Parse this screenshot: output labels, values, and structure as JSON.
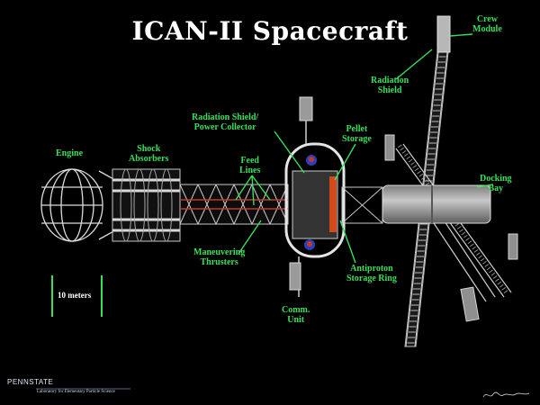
{
  "title": "ICAN-II Spacecraft",
  "labels": {
    "crew_module": "Crew\nModule",
    "radiation_shield": "Radiation\nShield",
    "radiation_shield_power": "Radiation Shield/\nPower Collector",
    "pellet_storage": "Pellet\nStorage",
    "engine": "Engine",
    "shock_absorbers": "Shock\nAbsorbers",
    "feed_lines": "Feed\nLines",
    "docking_bay": "Docking\nBay",
    "maneuvering_thrusters": "Maneuvering\nThrusters",
    "antiproton_ring": "Antiproton\nStorage Ring",
    "comm_unit": "Comm.\nUnit"
  },
  "scale_bar": {
    "label": "10 meters"
  },
  "logo": {
    "brand": "PENNSTATE",
    "subtitle": "Laboratory for Elementary Particle Science"
  },
  "colors": {
    "label_green": "#37e05a",
    "background": "#000000",
    "structure": "#cfcfcf"
  }
}
